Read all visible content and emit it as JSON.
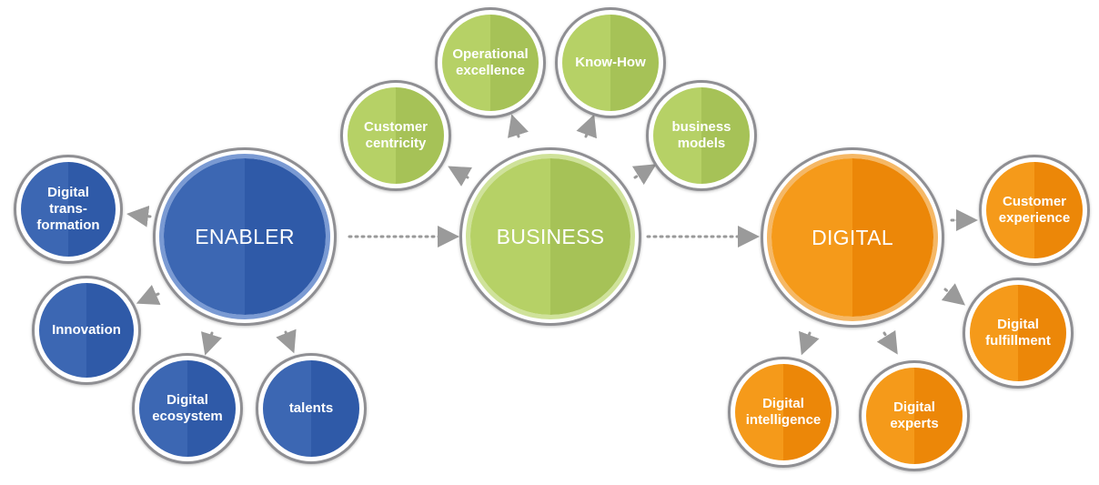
{
  "colors": {
    "blue": "#3c67b3",
    "green": "#b6d166",
    "orange": "#f59a1a",
    "ring": "#8f8f93",
    "arrow": "#9a9a9a"
  },
  "hubs": {
    "enabler": {
      "label": "ENABLER"
    },
    "business": {
      "label": "BUSINESS"
    },
    "digital": {
      "label": "DIGITAL"
    }
  },
  "enabler_items": [
    {
      "label": "Digital\ntrans-\nformation"
    },
    {
      "label": "Innovation"
    },
    {
      "label": "Digital\necosystem"
    },
    {
      "label": "talents"
    }
  ],
  "business_items": [
    {
      "label": "Customer\ncentricity"
    },
    {
      "label": "Operational\nexcellence"
    },
    {
      "label": "Know-How"
    },
    {
      "label": "business\nmodels"
    }
  ],
  "digital_items": [
    {
      "label": "Customer\nexperience"
    },
    {
      "label": "Digital\nfulfillment"
    },
    {
      "label": "Digital\nexperts"
    },
    {
      "label": "Digital\nintelligence"
    }
  ]
}
